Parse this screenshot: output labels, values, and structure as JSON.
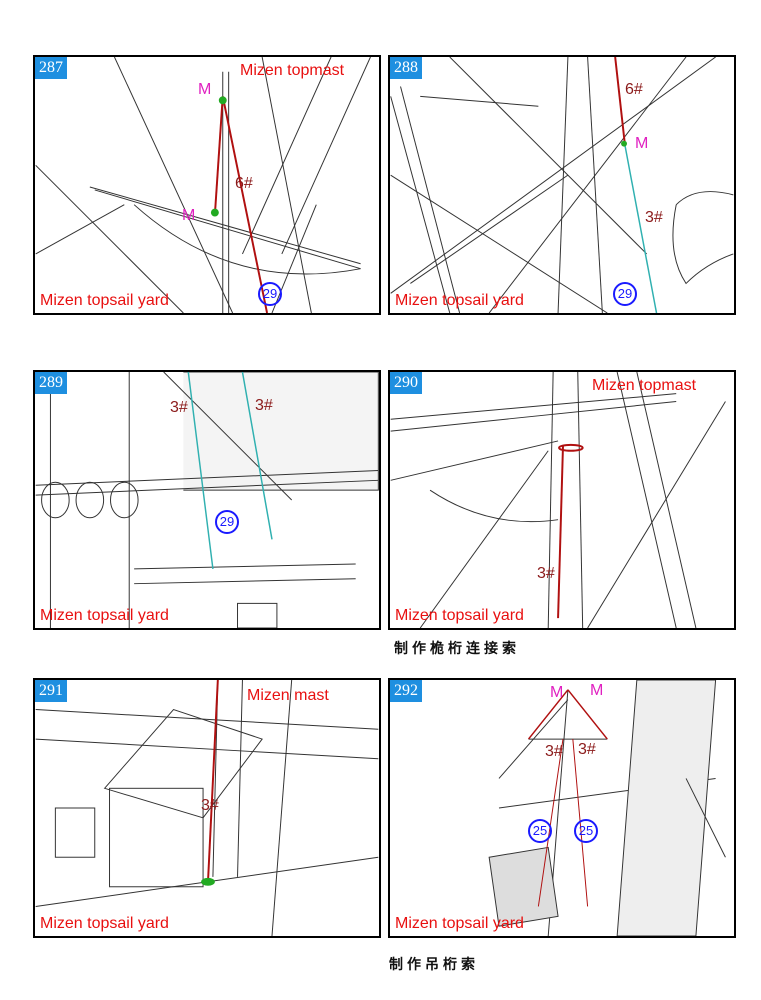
{
  "panels": [
    {
      "number": "287",
      "labels": {
        "top": "Mizen topmast",
        "bottom": "Mizen topsail yard"
      },
      "marks": [
        "M",
        "M"
      ],
      "sizes": [
        "6#"
      ],
      "circles": [
        "29"
      ]
    },
    {
      "number": "288",
      "labels": {
        "bottom": "Mizen topsail yard"
      },
      "marks": [
        "M"
      ],
      "sizes": [
        "6#",
        "3#"
      ],
      "circles": [
        "29"
      ]
    },
    {
      "number": "289",
      "labels": {
        "bottom": "Mizen topsail yard"
      },
      "sizes": [
        "3#",
        "3#"
      ],
      "circles": [
        "29"
      ]
    },
    {
      "number": "290",
      "labels": {
        "top": "Mizen topmast",
        "bottom": "Mizen topsail yard"
      },
      "sizes": [
        "3#"
      ]
    },
    {
      "number": "291",
      "labels": {
        "top": "Mizen mast",
        "bottom": "Mizen topsail yard"
      },
      "sizes": [
        "3#"
      ]
    },
    {
      "number": "292",
      "labels": {
        "bottom": "Mizen topsail yard"
      },
      "marks": [
        "M",
        "M"
      ],
      "sizes": [
        "3#",
        "3#"
      ],
      "circles": [
        "25",
        "25"
      ]
    }
  ],
  "captions": [
    "制作桅桁连接索",
    "制作吊桁索"
  ]
}
